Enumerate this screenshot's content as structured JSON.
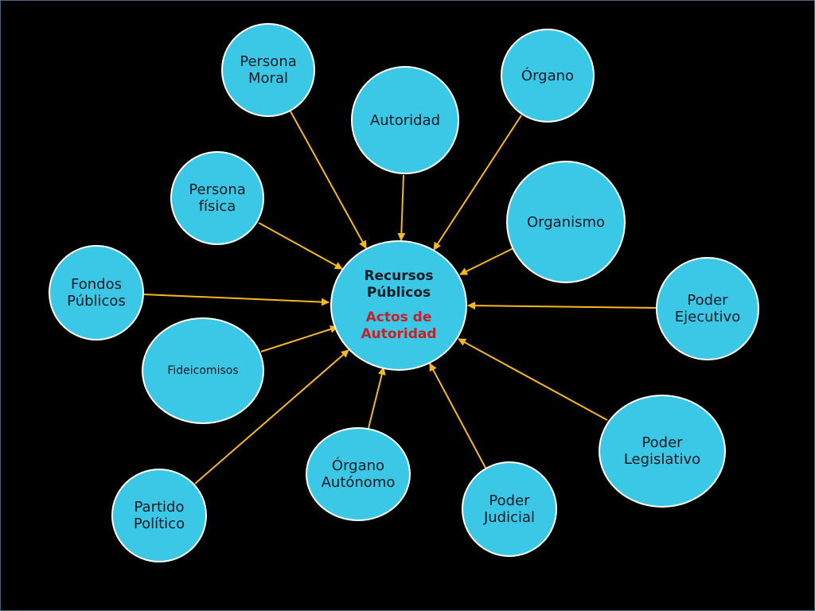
{
  "diagram": {
    "center": {
      "title": "Recursos\nPúblicos",
      "subtitle": "Actos de\nAutoridad"
    },
    "nodes": {
      "persona_moral": "Persona\nMoral",
      "organo": "Órgano",
      "autoridad": "Autoridad",
      "persona_fisica": "Persona\nfísica",
      "organismo": "Organismo",
      "fondos_publicos": "Fondos\nPúblicos",
      "poder_ejecutivo": "Poder\nEjecutivo",
      "fideicomisos": "Fideicomisos",
      "poder_legislativo": "Poder\nLegislativo",
      "organo_autonomo": "Órgano\nAutónomo",
      "poder_judicial": "Poder\nJudicial",
      "partido_politico": "Partido\nPolítico"
    },
    "colors": {
      "node_fill": "#3bc8e6",
      "arrow": "#f5b820",
      "subtitle": "#c0242a",
      "background": "#000000"
    }
  }
}
